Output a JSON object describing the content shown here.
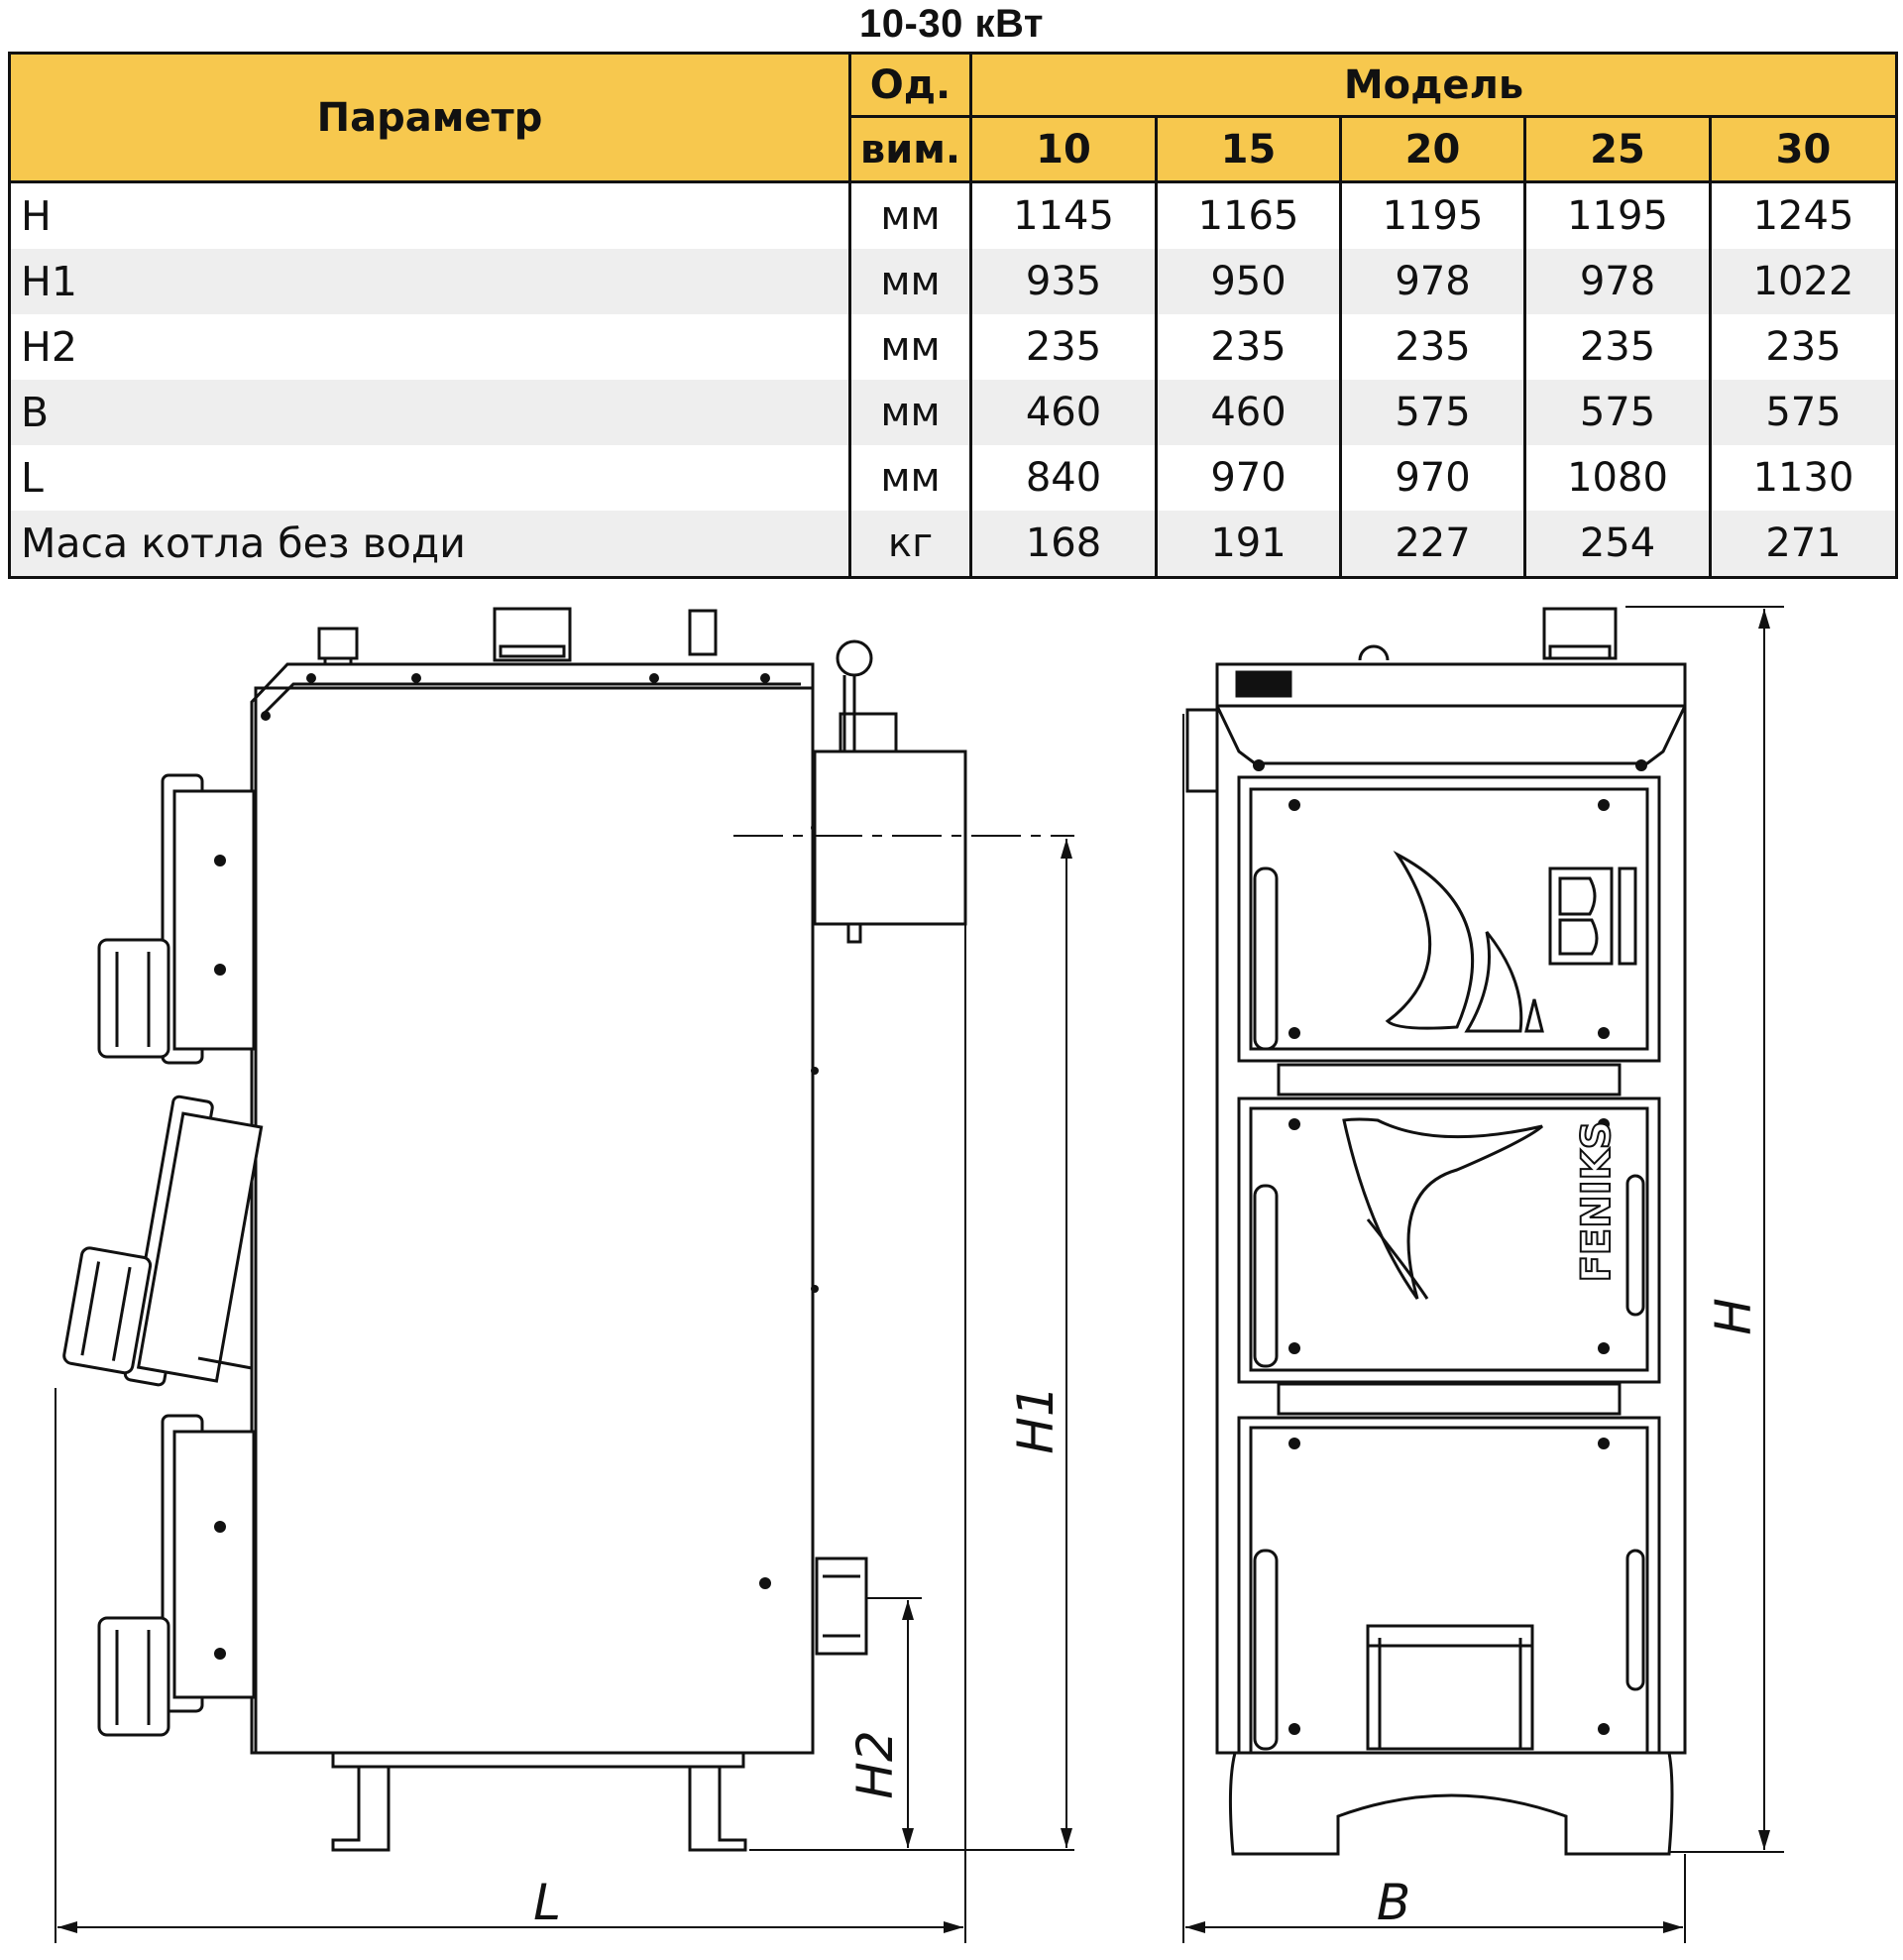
{
  "title": "10-30 кВт",
  "table": {
    "header": {
      "param": "Параметр",
      "unit_line1": "Од.",
      "unit_line2": "вим.",
      "model": "Модель"
    },
    "models": [
      "10",
      "15",
      "20",
      "25",
      "30"
    ],
    "rows": [
      {
        "param": "H",
        "unit": "мм",
        "values": [
          "1145",
          "1165",
          "1195",
          "1195",
          "1245"
        ]
      },
      {
        "param": "H1",
        "unit": "мм",
        "values": [
          "935",
          "950",
          "978",
          "978",
          "1022"
        ]
      },
      {
        "param": "H2",
        "unit": "мм",
        "values": [
          "235",
          "235",
          "235",
          "235",
          "235"
        ]
      },
      {
        "param": "B",
        "unit": "мм",
        "values": [
          "460",
          "460",
          "575",
          "575",
          "575"
        ]
      },
      {
        "param": "L",
        "unit": "мм",
        "values": [
          "840",
          "970",
          "970",
          "1080",
          "1130"
        ]
      },
      {
        "param": "Маса котла без води",
        "unit": "кг",
        "values": [
          "168",
          "191",
          "227",
          "254",
          "271"
        ]
      }
    ]
  },
  "drawing": {
    "dim_labels": {
      "L": "L",
      "H1": "H1",
      "H2": "H2",
      "H": "H",
      "B": "B"
    },
    "brand_text": "FENIKS"
  },
  "colors": {
    "header_bg": "#f7c84e",
    "row_alt_bg": "#eeeeee",
    "line": "#111111"
  }
}
